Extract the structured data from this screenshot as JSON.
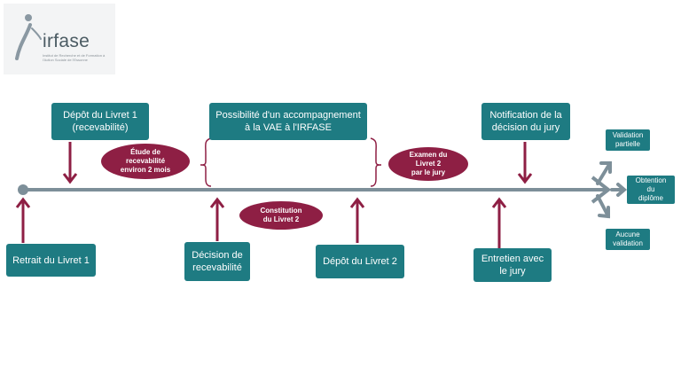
{
  "logo": {
    "name": "irfase",
    "tagline": "Institut de Recherche et de Formation à l'Action Sociale de l'Essonne",
    "colors": {
      "figure": "#8a98a2",
      "text": "#4b5b63"
    }
  },
  "colors": {
    "timeline": "#7d8f99",
    "box": "#1e7b82",
    "ellipse": "#8e1f44",
    "arrow": "#8e1f44",
    "bracket": "#8e1f44"
  },
  "boxes": {
    "depot_livret1": "Dépôt du Livret 1\n(recevabilité)",
    "accompagnement": "Possibilité d'un accompagnement\nà la VAE à l'IRFASE",
    "notification": "Notification de la\ndécision du jury",
    "retrait_livret1": "Retrait du Livret 1",
    "decision_recevabilite": "Décision de\nrecevabilité",
    "depot_livret2": "Dépôt du Livret 2",
    "entretien_jury": "Entretien avec\nle jury",
    "validation_partielle": "Validation\npartielle",
    "obtention_diplome": "Obtention\ndu\ndiplôme",
    "aucune_validation": "Aucune\nvalidation"
  },
  "ellipses": {
    "etude_recevabilite": "Étude de\nrecevabilité\nenviron 2 mois",
    "constitution_livret2": "Constitution\ndu Livret 2",
    "examen_livret2": "Examen du\nLivret 2\npar le jury"
  }
}
